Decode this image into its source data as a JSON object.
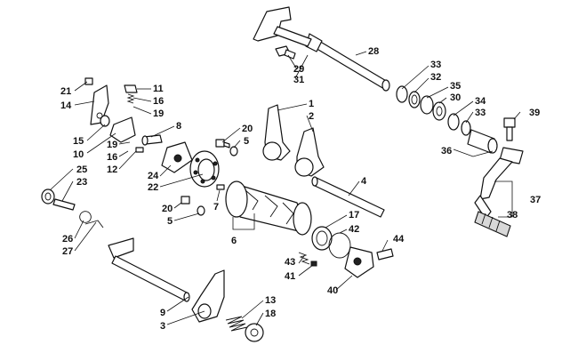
{
  "callouts": {
    "c1": "1",
    "c2": "2",
    "c3": "3",
    "c4": "4",
    "c5a": "5",
    "c5b": "5",
    "c6": "6",
    "c7": "7",
    "c8": "8",
    "c9": "9",
    "c10": "10",
    "c11": "11",
    "c12": "12",
    "c13": "13",
    "c14": "14",
    "c15": "15",
    "c16a": "16",
    "c16b": "16",
    "c17": "17",
    "c18": "18",
    "c19a": "19",
    "c19b": "19",
    "c20a": "20",
    "c20b": "20",
    "c21": "21",
    "c22": "22",
    "c23": "23",
    "c24": "24",
    "c25": "25",
    "c26": "26",
    "c27": "27",
    "c28": "28",
    "c29": "29",
    "c30": "30",
    "c31": "31",
    "c32": "32",
    "c33a": "33",
    "c33b": "33",
    "c34": "34",
    "c35": "35",
    "c36": "36",
    "c37": "37",
    "c38": "38",
    "c39": "39",
    "c40": "40",
    "c41": "41",
    "c42": "42",
    "c43": "43",
    "c44": "44"
  },
  "colors": {
    "line": "#111111",
    "background": "#ffffff",
    "shade": "#d8d8d8"
  }
}
